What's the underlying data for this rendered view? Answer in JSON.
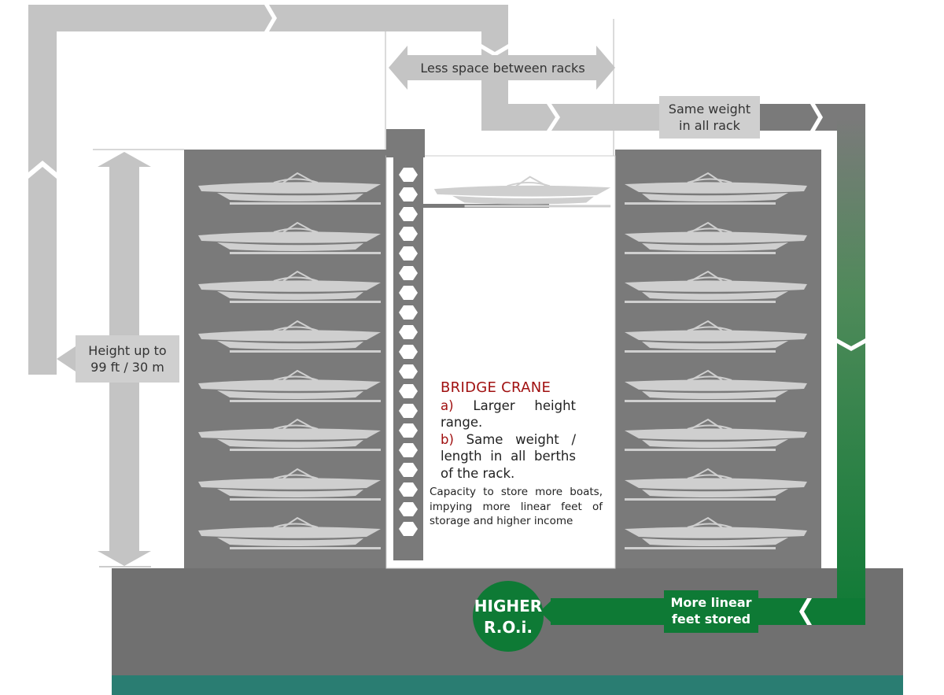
{
  "labels": {
    "less_space": "Less space between racks",
    "same_weight": "Same weight\nin all rack",
    "height": "Height up to\n99 ft / 30 m",
    "more_feet": "More linear\nfeet stored",
    "roi": "HIGHER\nR.O.i."
  },
  "crane": {
    "title": "BRIDGE CRANE",
    "item_a_marker": "a)",
    "item_a_text": "Larger height range.",
    "item_b_marker": "b)",
    "item_b_text": "Same weight / length in all berths of the rack.",
    "capacity": "Capacity to store more boats, impying more linear feet of storage and higher income"
  },
  "colors": {
    "rack": "#7a7a7a",
    "ground": "#707070",
    "water": "#2a7d72",
    "light_arrow": "#c4c4c4",
    "dark_arrow": "#7a7a7a",
    "green": "#0e7a35",
    "boat": "#cfcfcf",
    "crane_red": "#a01010"
  },
  "racks": {
    "left_boat_count": 8,
    "right_boat_count": 8
  }
}
